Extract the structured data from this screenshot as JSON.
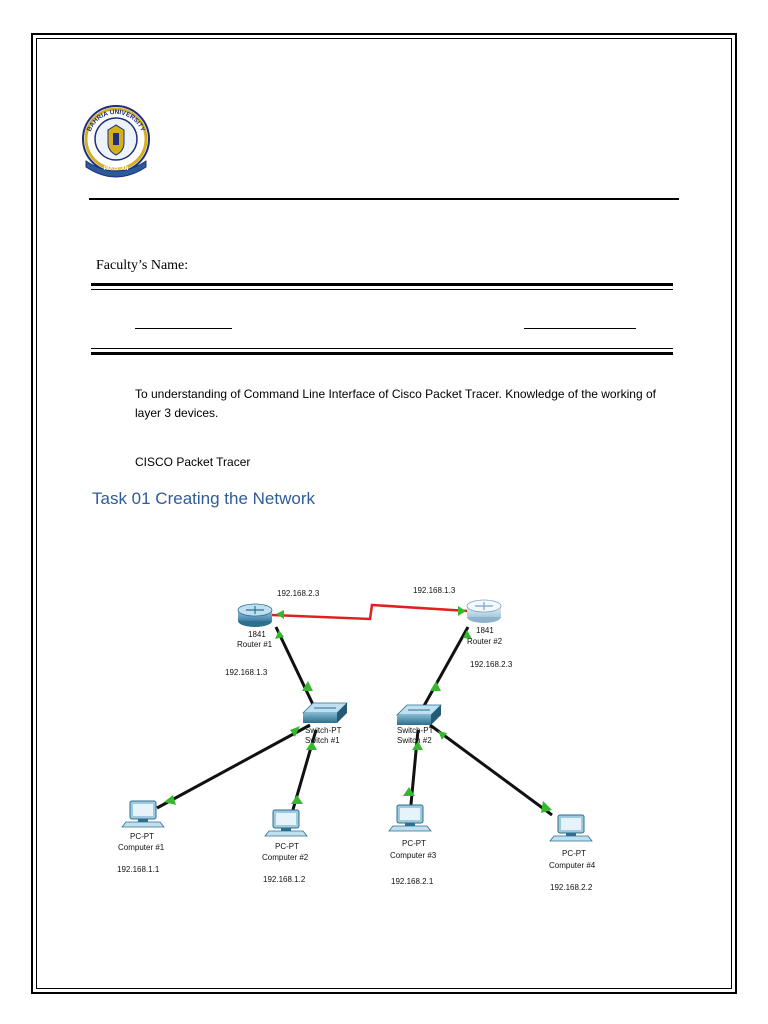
{
  "document": {
    "faculty_label": "Faculty’s Name:",
    "objective_text": "To understanding of Command Line Interface of Cisco Packet Tracer. Knowledge of the working of layer 3 devices.",
    "tool_text": "CISCO Packet Tracer",
    "section_heading": "Task 01 Creating the Network"
  },
  "logo": {
    "arc_text": "BAHRIA UNIVERSITY",
    "banner_text": "PAKISTAN",
    "colors": {
      "ring": "#1f2f7a",
      "gold": "#d4b020",
      "banner": "#2a5a9a"
    }
  },
  "network": {
    "link_colors": {
      "serial": "#e02020",
      "ethernet": "#111111",
      "port_up": "#36b82e"
    },
    "routers": [
      {
        "model": "1841",
        "name": "Router #1",
        "ip_top": "192.168.2.3",
        "ip_bottom": "192.168.1.3"
      },
      {
        "model": "1841",
        "name": "Router #2",
        "ip_top": "192.168.1.3",
        "ip_bottom": "192.168.2.3"
      }
    ],
    "switches": [
      {
        "model": "Switch-PT",
        "name": "Switch #1"
      },
      {
        "model": "Switch-PT",
        "name": "Switch #2"
      }
    ],
    "computers": [
      {
        "model": "PC-PT",
        "name": "Computer #1",
        "ip": "192.168.1.1"
      },
      {
        "model": "PC-PT",
        "name": "Computer #2",
        "ip": "192.168.1.2"
      },
      {
        "model": "PC-PT",
        "name": "Computer #3",
        "ip": "192.168.2.1"
      },
      {
        "model": "PC-PT",
        "name": "Computer #4",
        "ip": "192.168.2.2"
      }
    ]
  }
}
